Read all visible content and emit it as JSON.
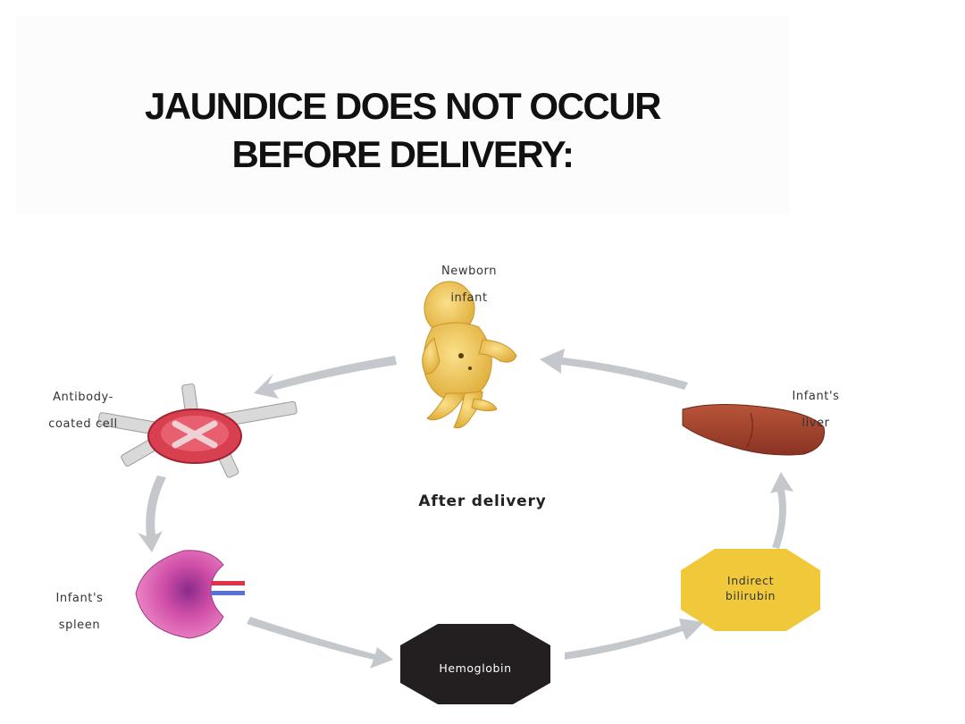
{
  "title": {
    "line1": "JAUNDICE DOES NOT OCCUR",
    "line2": "BEFORE DELIVERY:"
  },
  "diagram": {
    "center_label": "After delivery",
    "nodes": {
      "newborn": {
        "line1": "Newborn",
        "line2": "infant"
      },
      "antibody_cell": {
        "line1": "Antibody-",
        "line2": "coated cell"
      },
      "spleen": {
        "line1": "Infant's",
        "line2": "spleen"
      },
      "hemoglobin": {
        "label": "Hemoglobin"
      },
      "bilirubin": {
        "line1": "Indirect",
        "line2": "bilirubin"
      },
      "liver": {
        "line1": "Infant's",
        "line2": "liver"
      }
    },
    "colors": {
      "arrow": "#c4c8cc",
      "hemoglobin_fill": "#231f20",
      "bilirubin_fill": "#f0c93a",
      "liver_fill": "#a3432d",
      "spleen_fill": "#d04fa8",
      "cell_fill": "#d8404f",
      "infant_fill": "#efc24a"
    }
  }
}
